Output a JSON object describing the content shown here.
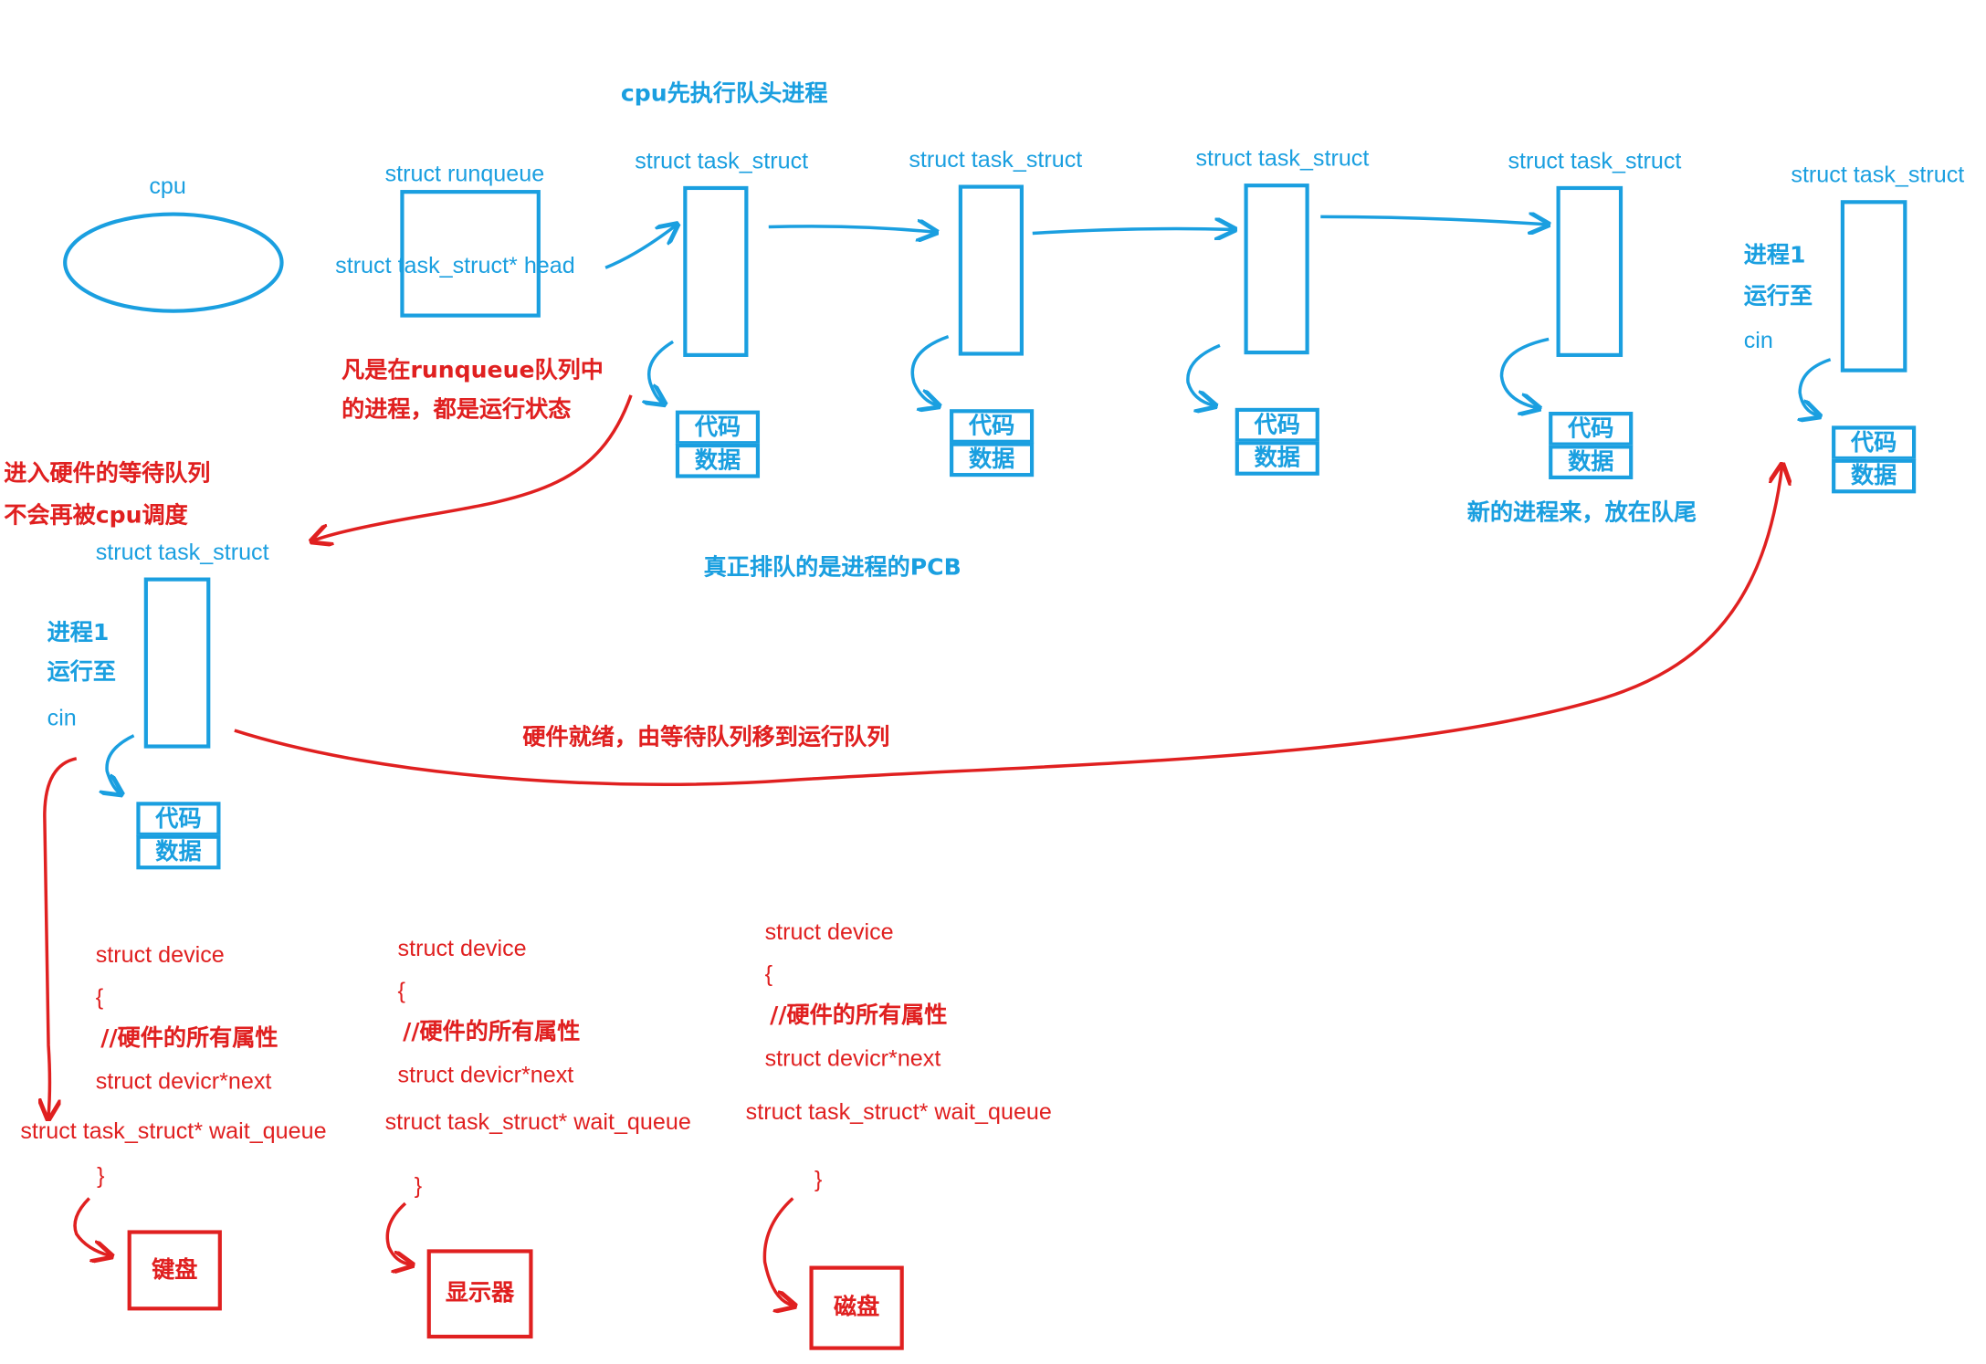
{
  "cpu": {
    "label": "cpu"
  },
  "runqueue": {
    "title": "struct runqueue",
    "head_field": "struct task_struct* head"
  },
  "notes": {
    "cpu_exec": "cpu先执行队头进程",
    "runqueue_state_line1": "凡是在runqueue队列中",
    "runqueue_state_line2": "的进程，都是运行状态",
    "wait_line1": "进入硬件的等待队列",
    "wait_line2": "不会再被cpu调度",
    "pcb_queue": "真正排队的是进程的PCB",
    "new_process": "新的进程来，放在队尾",
    "hardware_ready": "硬件就绪，由等待队列移到运行队列"
  },
  "task_struct_label": "struct task_struct",
  "memory": {
    "code": "代码",
    "data": "数据"
  },
  "process_note": {
    "line1": "进程1",
    "line2": "运行至",
    "line3": "cin"
  },
  "device_struct": {
    "decl": "struct device",
    "open_brace": "{",
    "comment": "//硬件的所有属性",
    "next_field": "struct devicr*next",
    "wait_field": "struct task_struct* wait_queue",
    "close_brace": "}"
  },
  "devices": [
    "键盘",
    "显示器",
    "磁盘"
  ],
  "colors": {
    "blue": "#1a9fe0",
    "red": "#e02020"
  }
}
